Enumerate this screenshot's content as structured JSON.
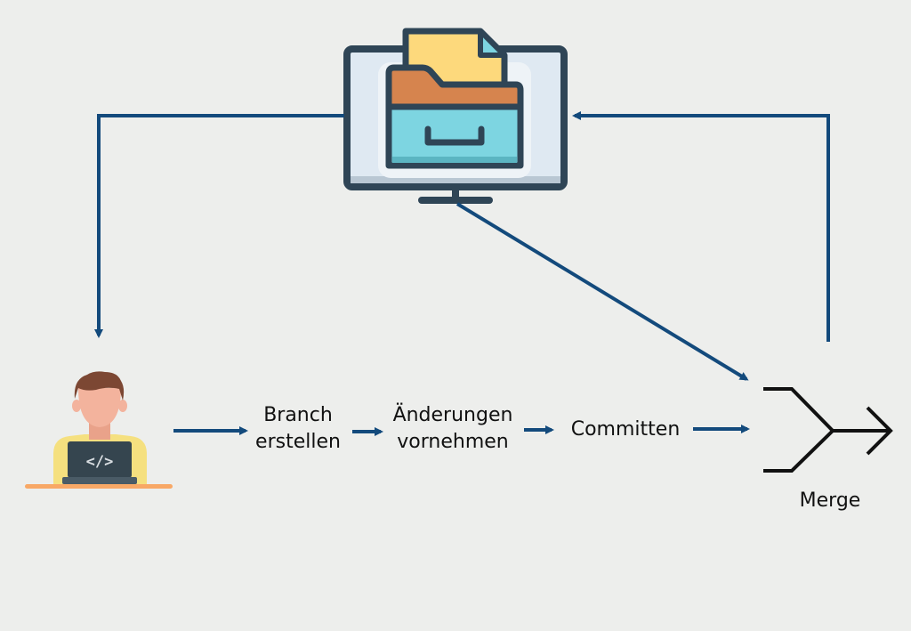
{
  "diagram": {
    "title": "Git branching workflow",
    "nodes": {
      "repository": {
        "icon": "repository-monitor-icon",
        "label": ""
      },
      "developer": {
        "icon": "developer-laptop-icon",
        "label": ""
      },
      "branch": {
        "line1": "Branch",
        "line2": "erstellen"
      },
      "changes": {
        "line1": "Änderungen",
        "line2": "vornehmen"
      },
      "commit": {
        "label": "Committen"
      },
      "merge": {
        "icon": "merge-icon",
        "label": "Merge"
      }
    },
    "edges": [
      {
        "from": "repository",
        "to": "developer"
      },
      {
        "from": "developer",
        "to": "branch"
      },
      {
        "from": "branch",
        "to": "changes"
      },
      {
        "from": "changes",
        "to": "commit"
      },
      {
        "from": "commit",
        "to": "merge"
      },
      {
        "from": "repository",
        "to": "merge"
      },
      {
        "from": "merge",
        "to": "repository"
      }
    ],
    "colors": {
      "background": "#edeeec",
      "arrow": "#134a7c",
      "merge": "#111111",
      "outline": "#2f4556",
      "monitor_screen": "#dfe9f2",
      "paper": "#fdd97c",
      "folder_tab": "#d6844e",
      "drawer": "#7dd5e1",
      "hair": "#7c4733",
      "skin": "#f3b39d",
      "shirt": "#f5e07f",
      "laptop": "#35454f",
      "desk": "#f8a866"
    },
    "laptop_code_glyph": "</>"
  }
}
